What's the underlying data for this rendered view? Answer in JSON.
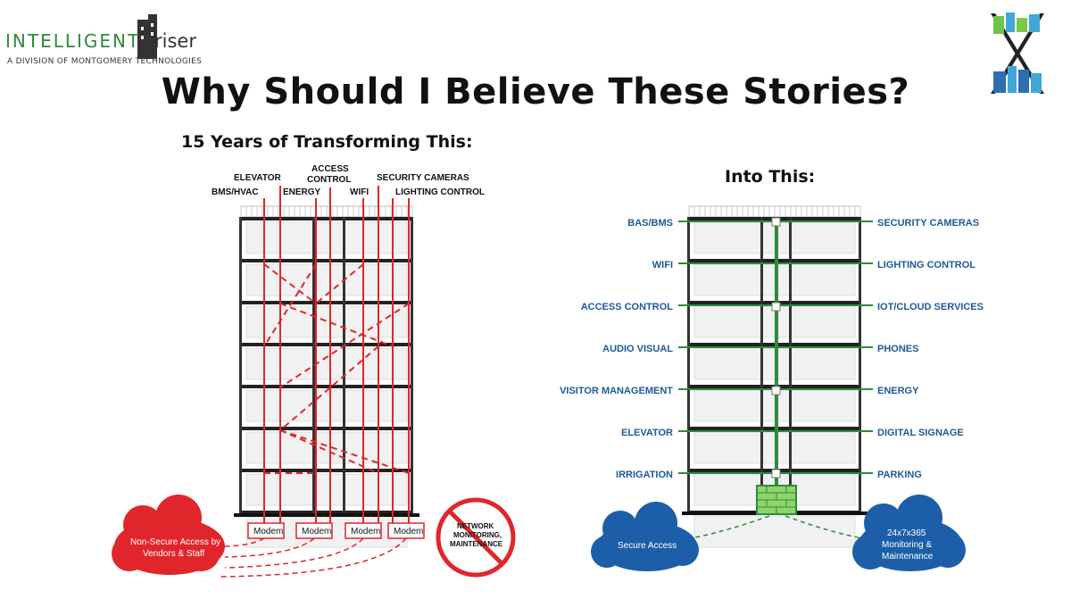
{
  "logo": {
    "word1": "INTELLIGENT",
    "word2": "riser",
    "division": "A DIVISION OF MONTGOMERY TECHNOLOGIES"
  },
  "title": "Why Should I Believe These Stories?",
  "left": {
    "heading": "15 Years of Transforming This:",
    "labels": [
      "ELEVATOR",
      "ACCESS",
      "CONTROL",
      "SECURITY CAMERAS",
      "BMS/HVAC",
      "ENERGY",
      "WIFI",
      "LIGHTING CONTROL"
    ],
    "modems": [
      "Modem",
      "Modem",
      "Modem",
      "Modem"
    ],
    "cloud_lines": [
      "Non-Secure Access by",
      "Vendors & Staff"
    ],
    "sign_lines": [
      "NETWORK",
      "MONITORING,",
      "MAINTENANCE"
    ]
  },
  "right": {
    "heading": "Into This:",
    "left_labels": [
      "BAS/BMS",
      "WIFI",
      "ACCESS CONTROL",
      "AUDIO VISUAL",
      "VISITOR MANAGEMENT",
      "ELEVATOR",
      "IRRIGATION"
    ],
    "right_labels": [
      "SECURITY CAMERAS",
      "LIGHTING CONTROL",
      "IOT/CLOUD SERVICES",
      "PHONES",
      "ENERGY",
      "DIGITAL SIGNAGE",
      "PARKING"
    ],
    "cloud_left": "Secure Access",
    "cloud_right": [
      "24x7x365",
      "Monitoring &",
      "Maintenance"
    ]
  },
  "colors": {
    "red": "#e0262b",
    "green": "#2e8b3a",
    "blue": "#1e5a96",
    "cloud_blue": "#1c5fa8"
  }
}
